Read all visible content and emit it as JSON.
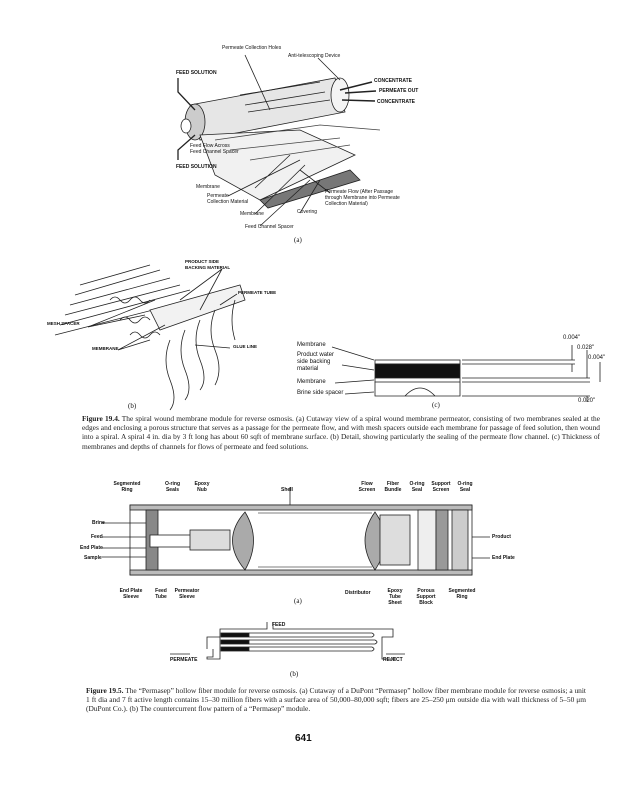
{
  "fig194a": {
    "perm_holes": "Permeate Collection Holes",
    "anti_tel": "Anti-telescoping Device",
    "feed1": "FEED SOLUTION",
    "conc1": "CONCENTRATE",
    "perm_out": "PERMEATE OUT",
    "conc2": "CONCENTRATE",
    "feed_flow": "Feed Flow Across",
    "feed_flow2": "Feed Channel Spacer",
    "feed2": "FEED SOLUTION",
    "membrane1": "Membrane",
    "perm_coll": "Permeate",
    "perm_coll2": "Collection Material",
    "membrane2": "Membrane",
    "covering": "Covering",
    "perm_flow": "Permeate Flow (After Passage",
    "perm_flow2": "through Membrane into Permeate",
    "perm_flow3": "Collection Material)",
    "spacer": "Feed Channel Spacer",
    "label": "(a)"
  },
  "fig194b": {
    "product_side": "PRODUCT SIDE",
    "backing": "BACKING MATERIAL",
    "perm_tube": "PERMEATE TUBE",
    "mesh": "MESH SPACER",
    "membrane": "MEMBRANE",
    "glue": "GLUE LINE",
    "label": "(b)"
  },
  "fig194c": {
    "membrane1": "Membrane",
    "product_water": "Product water",
    "side_backing": "side backing",
    "material": "material",
    "membrane2": "Membrane",
    "brine": "Brine side spacer",
    "d1": "0.004\"",
    "d2": "0.028\"",
    "d3": "0.004\"",
    "d4": "0.020\"",
    "label": "(c)"
  },
  "caption194": {
    "lead": "Figure 19.4.",
    "text": " The spiral wound membrane module for reverse osmosis. (a) Cutaway view of a spiral wound membrane permeator, consisting of two membranes sealed at the edges and enclosing a porous structure that serves as a passage for the permeate flow, and with mesh spacers outside each membrane for passage of feed solution, then wound into a spiral. A spiral 4 in. dia by 3 ft long has about 60 sqft of membrane surface. (b) Detail, showing particularly the sealing of the permeate flow channel. (c) Thickness of membranes and depths of channels for flows of permeate and feed solutions."
  },
  "fig195a": {
    "seg_ring": "Segmented Ring",
    "oring_seals": "O-ring Seals",
    "epoxy_nub": "Epoxy Nub",
    "shell": "Shell",
    "flow_screen": "Flow Screen",
    "fiber_bundle": "Fiber Bundle",
    "oring_seal1": "O-ring Seal",
    "support_screen": "Support Screen",
    "oring_seal2": "O-ring Seal",
    "brine": "Brine",
    "feed": "Feed",
    "end_plate_l": "End Plate",
    "sample": "Sample",
    "product": "Product",
    "end_plate_r": "End Plate",
    "end_plate_sleeve": "End Plate Sleeve",
    "feed_tube": "Feed Tube",
    "permeator_sleeve": "Permeator Sleeve",
    "distributor": "Distributor",
    "epoxy_tube_sheet": "Epoxy Tube Sheet",
    "porous_block": "Porous Support Block",
    "seg_ring2": "Segmented Ring",
    "label": "(a)"
  },
  "fig195b": {
    "feed": "FEED",
    "permeate": "PERMEATE",
    "reject": "REJECT",
    "label": "(b)"
  },
  "caption195": {
    "lead": "Figure 19.5.",
    "text": " The “Permasep” hollow fiber module for reverse osmosis. (a) Cutaway of a DuPont “Permasep” hollow fiber membrane module for reverse osmosis; a unit 1 ft dia and 7 ft active length contains 15–30 million fibers with a surface area of 50,000–80,000 sqft; fibers are 25–250 μm outside dia with wall thickness of 5–50 μm (DuPont Co.). (b) The countercurrent flow pattern of a “Permasep” module."
  },
  "page_number": "641"
}
